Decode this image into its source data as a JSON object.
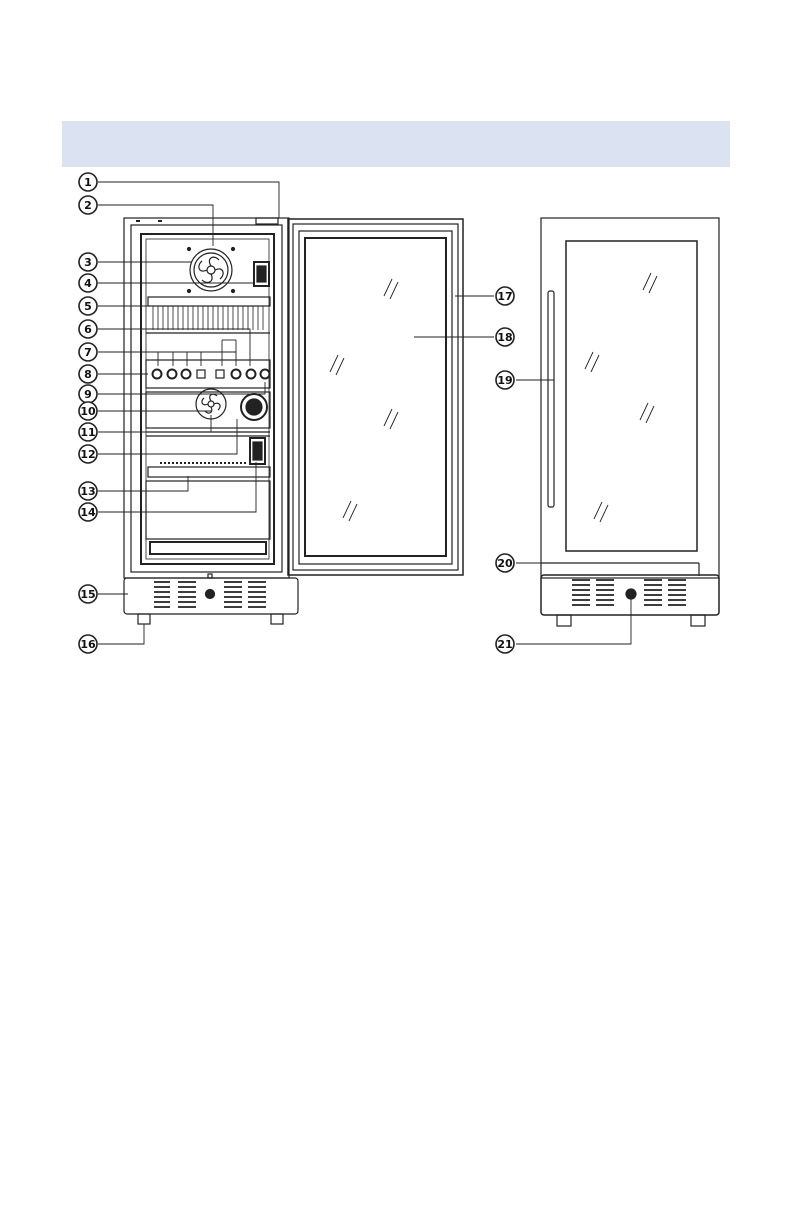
{
  "header": {
    "title": "",
    "band_color": "#dbe3f3"
  },
  "diagram": {
    "line_color": "#222222",
    "views": [
      "open-front-view",
      "closed-front-view"
    ],
    "callouts": [
      {
        "label": "1"
      },
      {
        "label": "2"
      },
      {
        "label": "3"
      },
      {
        "label": "4"
      },
      {
        "label": "5"
      },
      {
        "label": "6"
      },
      {
        "label": "7"
      },
      {
        "label": "8"
      },
      {
        "label": "9"
      },
      {
        "label": "10"
      },
      {
        "label": "11"
      },
      {
        "label": "12"
      },
      {
        "label": "13"
      },
      {
        "label": "14"
      },
      {
        "label": "15"
      },
      {
        "label": "16"
      },
      {
        "label": "17"
      },
      {
        "label": "18"
      },
      {
        "label": "19"
      },
      {
        "label": "20"
      },
      {
        "label": "21"
      }
    ]
  }
}
